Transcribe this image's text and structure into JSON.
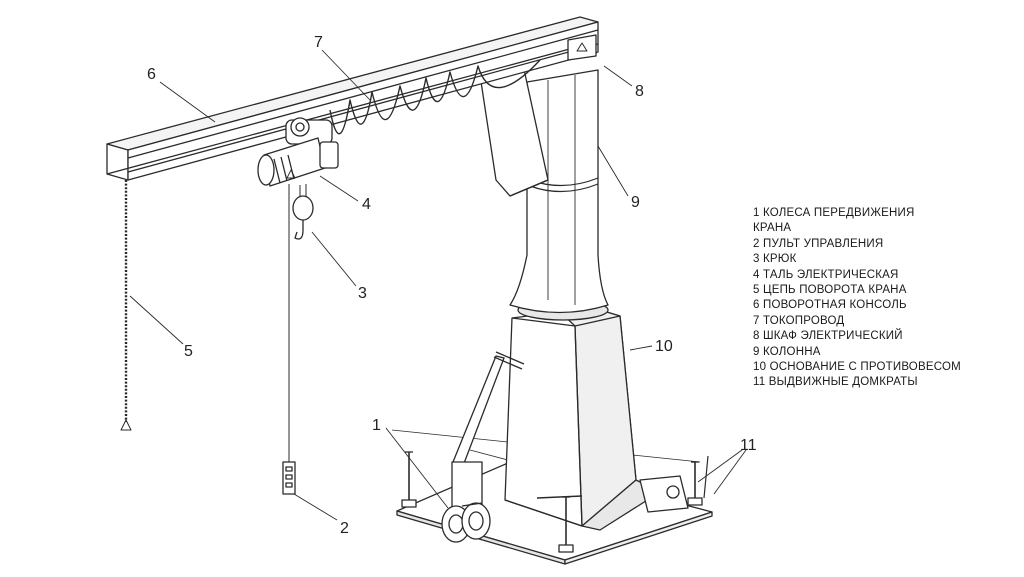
{
  "callouts": [
    "1",
    "2",
    "3",
    "4",
    "5",
    "6",
    "7",
    "8",
    "9",
    "10",
    "11"
  ],
  "legend": [
    {
      "n": "1",
      "text": "КОЛЕСА ПЕРЕДВИЖЕНИЯ",
      "cont": "КРАНА"
    },
    {
      "n": "2",
      "text": "ПУЛЬТ УПРАВЛЕНИЯ"
    },
    {
      "n": "3",
      "text": "КРЮК"
    },
    {
      "n": "4",
      "text": "ТАЛЬ ЭЛЕКТРИЧЕСКАЯ"
    },
    {
      "n": "5",
      "text": "ЦЕПЬ ПОВОРОТА КРАНА"
    },
    {
      "n": "6",
      "text": "ПОВОРОТНАЯ КОНСОЛЬ"
    },
    {
      "n": "7",
      "text": "ТОКОПРОВОД"
    },
    {
      "n": "8",
      "text": "ШКАФ ЭЛЕКТРИЧЕСКИЙ"
    },
    {
      "n": "9",
      "text": "КОЛОННА"
    },
    {
      "n": "10",
      "text": "ОСНОВАНИЕ С ПРОТИВОВЕСОМ"
    },
    {
      "n": "11",
      "text": "ВЫДВИЖНЫЕ ДОМКРАТЫ"
    }
  ],
  "colors": {
    "line": "#2b2b2b",
    "fill": "#ffffff",
    "shade": "#e6e6e6"
  }
}
